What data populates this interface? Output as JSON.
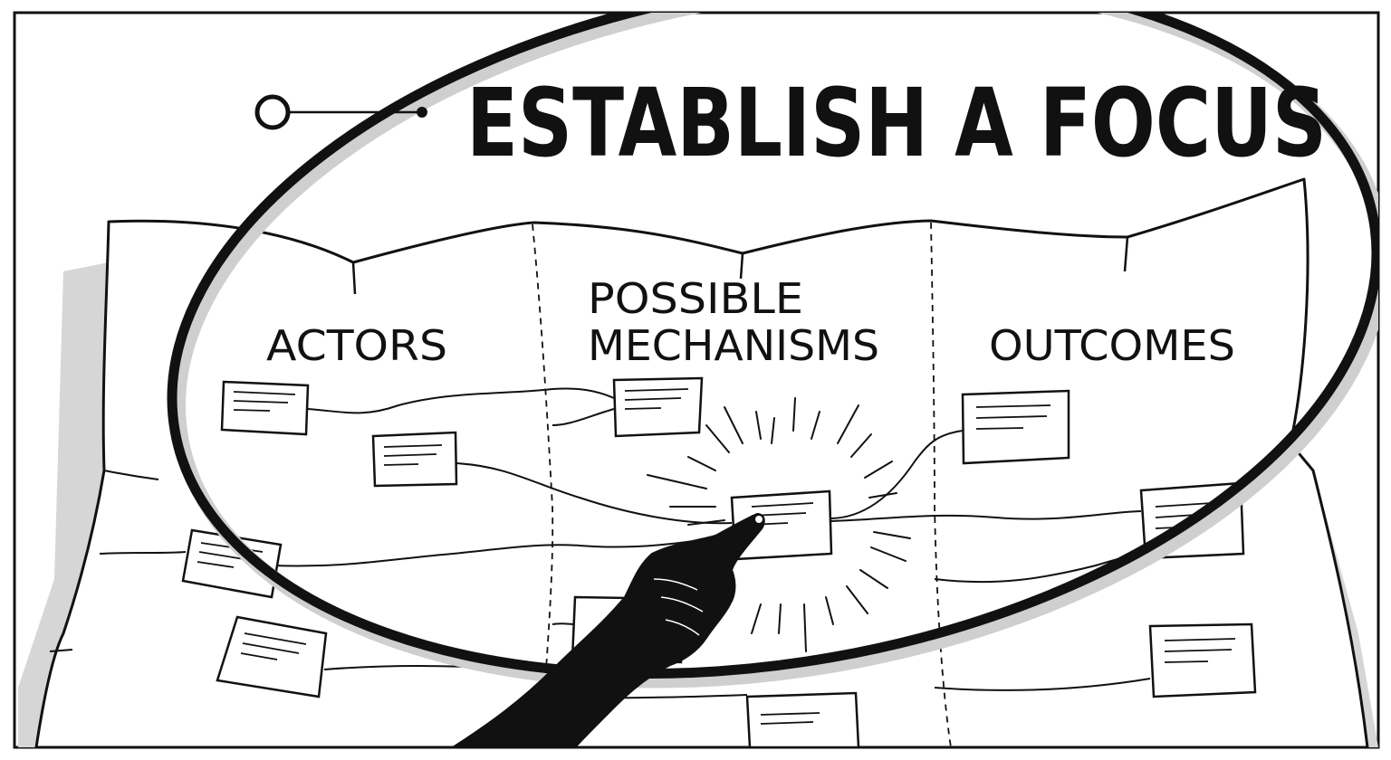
{
  "title": "ESTABLISH A FOCUS",
  "columns": {
    "actors": "ACTORS",
    "mechanisms_line1": "POSSIBLE",
    "mechanisms_line2": "MECHANISMS",
    "outcomes": "OUTCOMES"
  },
  "colors": {
    "ink": "#111111",
    "paper": "#ffffff",
    "shadow": "#d3d3d3"
  },
  "icons": {
    "pointing_hand": "pointing-hand-icon",
    "focus_burst": "highlight-burst-icon"
  }
}
